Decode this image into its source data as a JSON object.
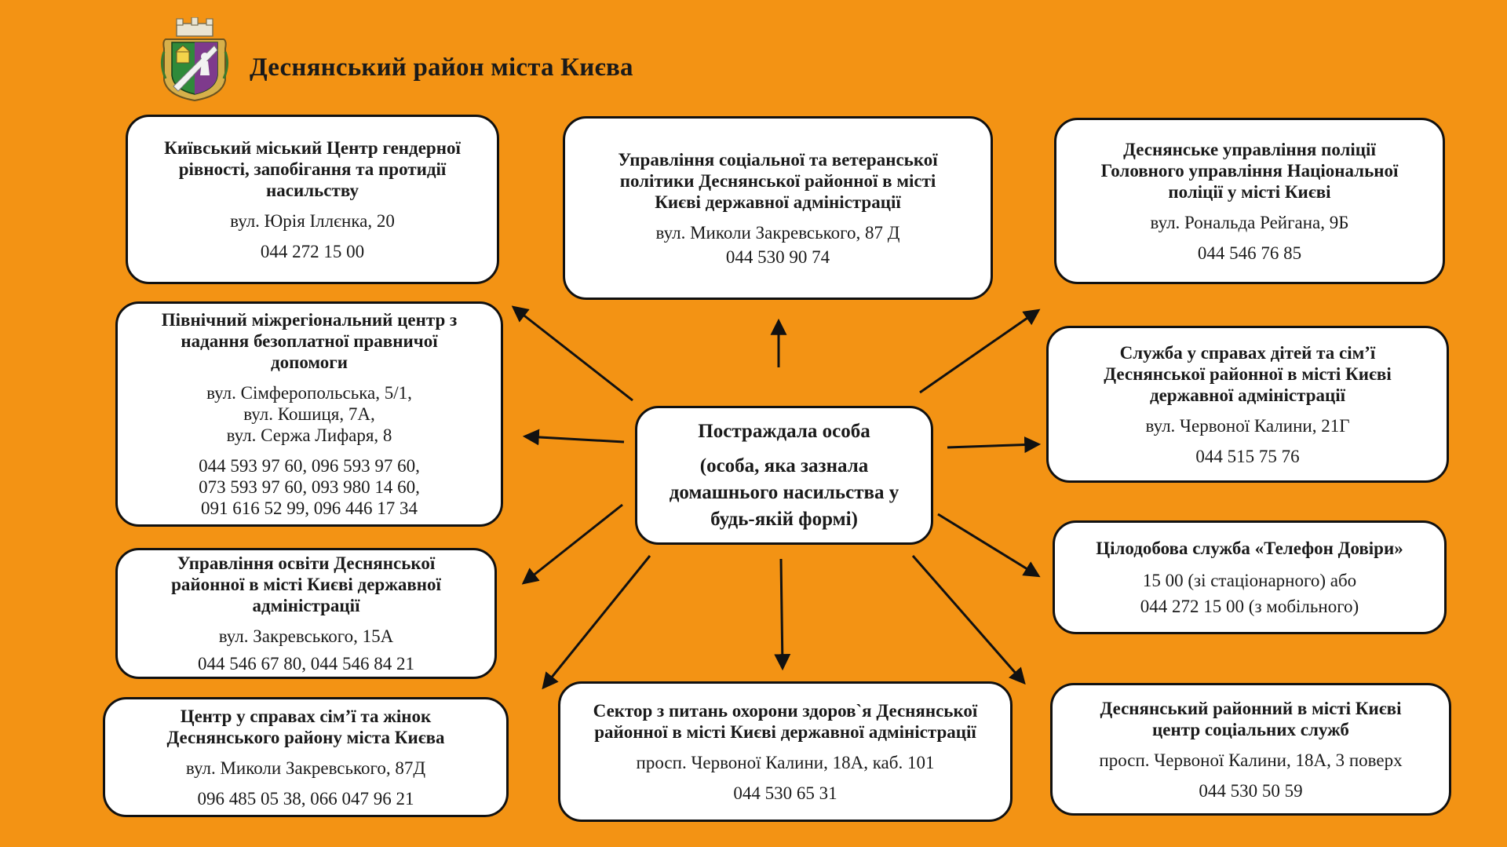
{
  "header": {
    "title": "Деснянський район міста Києва"
  },
  "center": {
    "title": "Постраждала особа",
    "subtitle": "(особа, яка зазнала\nдомашнього насильства у\nбудь-якій формі)"
  },
  "services": [
    {
      "title": "Київський міський Центр гендерної\nрівності, запобігання та протидії\nнасильству",
      "address": "вул. Юрія Іллєнка, 20",
      "phone": "044 272 15 00"
    },
    {
      "title": "Управління соціальної та ветеранської\nполітики Деснянської районної в місті\nКиєві державної адміністрації",
      "address": "вул. Миколи Закревського, 87 Д",
      "phone": "044 530 90 74"
    },
    {
      "title": "Деснянське управління поліції\nГоловного управління Національної\nполіції у місті Києві",
      "address": "вул. Рональда Рейгана, 9Б",
      "phone": "044 546 76 85"
    },
    {
      "title": "Північний міжрегіональний центр з\nнадання безоплатної правничої\nдопомоги",
      "address": "вул. Сімферопольська, 5/1,\nвул. Кошиця, 7А,\nвул. Сержа Лифаря, 8",
      "phone": "044 593 97 60, 096 593 97 60,\n073 593 97 60, 093 980 14 60,\n091 616 52 99, 096 446 17 34"
    },
    {
      "title": "Служба у справах дітей та сім’ї\nДеснянської районної в місті Києві\nдержавної адміністрації",
      "address": "вул. Червоної Калини, 21Г",
      "phone": "044 515 75 76"
    },
    {
      "title": "Цілодобова служба «Телефон Довіри»",
      "address": "15 00 (зі стаціонарного) або",
      "phone": "044 272 15 00 (з мобільного)"
    },
    {
      "title": "Управління освіти Деснянської\nрайонної в місті Києві державної\nадміністрації",
      "address": "вул. Закревського, 15А",
      "phone": "044 546 67 80, 044 546 84 21"
    },
    {
      "title": "Центр у справах сім’ї та жінок\nДеснянського району міста Києва",
      "address": "вул. Миколи Закревського, 87Д",
      "phone": "096 485 05 38, 066 047 96 21"
    },
    {
      "title": "Сектор з питань охорони здоров`я Деснянської\nрайонної в місті Києві державної адміністрації",
      "address": "просп. Червоної Калини, 18А, каб. 101",
      "phone": "044 530 65 31"
    },
    {
      "title": "Деснянський районний в місті Києві\nцентр соціальних служб",
      "address": "просп. Червоної Калини, 18А, 3 поверх",
      "phone": "044 530 50 59"
    }
  ],
  "colors": {
    "background": "#F39314",
    "box_fill": "#FFFFFF",
    "border": "#111111"
  },
  "icons": {
    "crest": "coat-of-arms-icon"
  }
}
